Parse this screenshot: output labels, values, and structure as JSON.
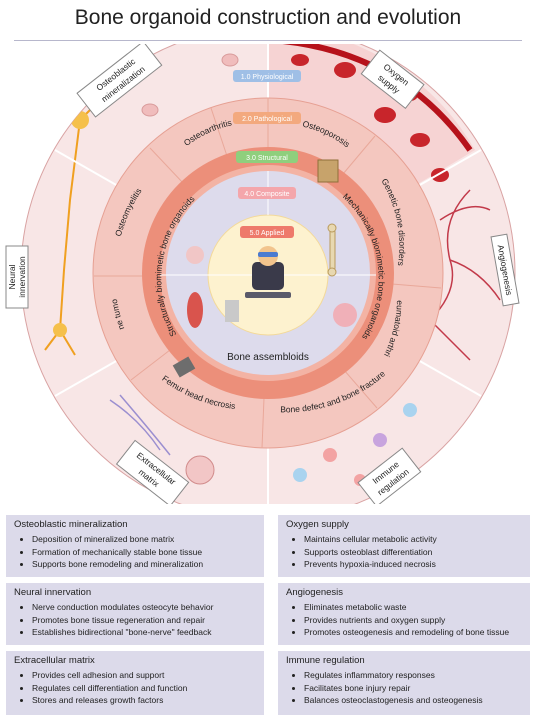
{
  "title": "Bone organoid construction and evolution",
  "outer_labels": {
    "osteoblastic": [
      "Osteoblastic",
      "mineralization"
    ],
    "oxygen": [
      "Oxygen",
      "supply"
    ],
    "angiogenesis": "Angiogenesis",
    "immune": [
      "Immune",
      "regulation"
    ],
    "ecm": [
      "Extracellular",
      "matrix"
    ],
    "neural": [
      "Neural",
      "innervation"
    ]
  },
  "levels": {
    "l1": "1.0 Physiological",
    "l2": "2.0 Pathological",
    "l3": "3.0 Structural",
    "l4": "4.0 Composite",
    "l5": "5.0 Applied"
  },
  "diseases": {
    "osteoarthritis": "Osteoarthritis",
    "osteoporosis": "Osteoporosis",
    "genetic": "Genetic bone disorders",
    "rheumatoid": "Rheumatoid arthritis",
    "defect": "Bone defect and bone fracture",
    "femur": "Femur head necrosis",
    "tumour": "Bone tumour",
    "osteomyelitis": "Osteomyelitis"
  },
  "inner_labels": {
    "structural": "Structurally biomimetic bone organoids",
    "mechanical": "Mechanically biomimetic bone organoids",
    "assembloids": "Bone assembloids"
  },
  "colors": {
    "outer_ring": "#f8e6e6",
    "disease_ring": "#f4c7bf",
    "structural_ring": "#ec8f7a",
    "composite_ring": "#f3b3a4",
    "inner_disc": "#dddbec",
    "core": "#fdf2cf",
    "panel_bg": "#dcdaea",
    "tag_l1": "#9fbfe6",
    "tag_l2": "#f3a97e",
    "tag_l3": "#8fcf7d",
    "tag_l4": "#f4a6ab",
    "tag_l5": "#ee7a6b"
  },
  "panels": {
    "osteoblastic": {
      "title": "Osteoblastic mineralization",
      "items": [
        "Deposition of mineralized bone matrix",
        "Formation of mechanically stable bone tissue",
        "Supports bone remodeling and mineralization"
      ]
    },
    "neural": {
      "title": "Neural innervation",
      "items": [
        "Nerve conduction modulates osteocyte behavior",
        "Promotes bone tissue regeneration and repair",
        "Establishes bidirectional \"bone-nerve\" feedback"
      ]
    },
    "ecm": {
      "title": "Extracellular matrix",
      "items": [
        "Provides cell adhesion and support",
        "Regulates cell differentiation and function",
        "Stores and releases growth factors"
      ]
    },
    "oxygen": {
      "title": "Oxygen supply",
      "items": [
        "Maintains cellular metabolic activity",
        "Supports osteoblast differentiation",
        "Prevents hypoxia-induced necrosis"
      ]
    },
    "angiogenesis": {
      "title": "Angiogenesis",
      "items": [
        "Eliminates metabolic waste",
        "Provides nutrients and oxygen supply",
        "Promotes osteogenesis and remodeling of bone tissue"
      ]
    },
    "immune": {
      "title": "Immune regulation",
      "items": [
        "Regulates inflammatory responses",
        "Facilitates bone injury repair",
        "Balances osteoclastogenesis and osteogenesis"
      ]
    }
  }
}
